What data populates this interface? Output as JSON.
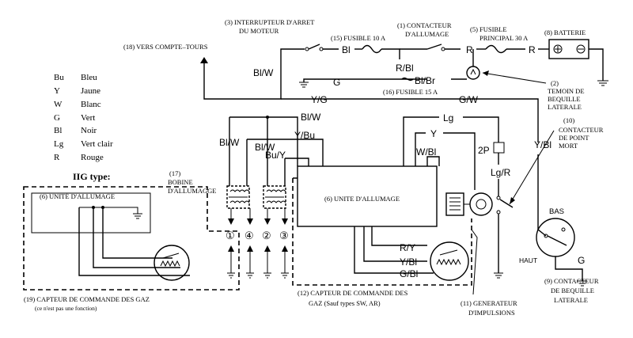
{
  "legend": [
    {
      "code": "Bu",
      "color": "Bleu"
    },
    {
      "code": "Y",
      "color": "Jaune"
    },
    {
      "code": "W",
      "color": "Blanc"
    },
    {
      "code": "G",
      "color": "Vert"
    },
    {
      "code": "Bl",
      "color": "Noir"
    },
    {
      "code": "Lg",
      "color": "Vert clair"
    },
    {
      "code": "R",
      "color": "Rouge"
    }
  ],
  "iig_title": "IIG type:",
  "components": {
    "c1_a": "(1) CONTACTEUR",
    "c1_b": "D'ALLUMAGE",
    "c2_num": "(2)",
    "c2_a": "TEMOIN DE",
    "c2_b": "BEQUILLE",
    "c2_c": "LATERALE",
    "c3_a": "(3)  INTERRUPTEUR D'ARRET",
    "c3_b": "DU MOTEUR",
    "c5_a": "(5) FUSIBLE",
    "c5_b": "PRINCIPAL 30 A",
    "c6": "(6) UNITE D'ALLUMAGE",
    "c6_iig": "(6) UNITÉ D'ALLUMAGE",
    "c8": "(8) BATTERIE",
    "c9_a": "(9) CONTACTEUR",
    "c9_b": "DE BEQUILLE",
    "c9_c": "LATERALE",
    "c10_a": "(10)",
    "c10_b": "CONTACTEUR",
    "c10_c": "DE POINT",
    "c10_d": "MORT",
    "c11_a": "(11)  GENERATEUR",
    "c11_b": "D'IMPULSIONS",
    "c12_a": "(12)  CAPTEUR DE COMMANDE DES",
    "c12_b": "GAZ (Sauf types SW, AR)",
    "c15": "(15) FUSIBLE 10 A",
    "c16": "(16) FUSIBLE 15 A",
    "c17_a": "(17)",
    "c17_b": "BOBINE",
    "c17_c": "D'ALLUMAGGE",
    "c18": "(18) VERS COMPTE–TOURS",
    "c19_a": "(19)    CAPTEUR DE COMMANDE DES GAZ",
    "c19_b": "(ce n'est pas une fonction)",
    "bas": "BAS",
    "haut": "HAUT"
  },
  "wire_labels": {
    "bl_w_top": "Bl/W",
    "bl": "Bl",
    "r": "R",
    "r2": "R",
    "r_bl": "R/Bl",
    "bl_br": "Bl/Br",
    "g_top": "G",
    "y_g": "Y/G",
    "g_w": "G/W",
    "bl_w_mid": "Bl/W",
    "bl_w_left": "Bl/W",
    "bl_w_c2": "Bl/W",
    "y_bu": "Y/Bu",
    "bu_y": "Bu/Y",
    "lg": "Lg",
    "y": "Y",
    "w_bl": "W/Bl",
    "two_p": "2P",
    "lg_r": "Lg/R",
    "y_bl": "Y/Bl",
    "r_y": "R/Y",
    "y_bl_tps": "Y/Bl",
    "g_bl": "G/Bl",
    "ground_g": "G"
  },
  "spark_plugs": [
    "①",
    "④",
    "②",
    "③"
  ]
}
